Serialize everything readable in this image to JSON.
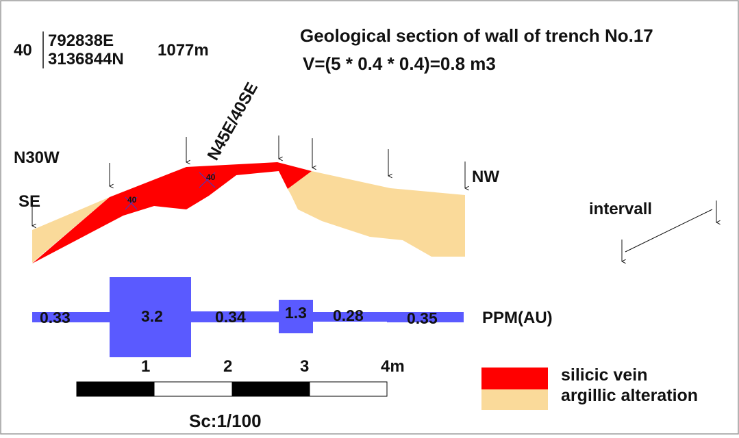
{
  "header": {
    "station_number": "40",
    "easting": "792838E",
    "northing": "3136844N",
    "elevation": "1077m"
  },
  "title": {
    "line1": "Geological section of wall of trench No.17",
    "line2": "V=(5 * 0.4 * 0.4)=0.8 m3"
  },
  "section": {
    "orientation_left": "N30W",
    "vein_attitude": "N45E/40SE",
    "end_left": "SE",
    "end_right": "NW",
    "dip_marks": [
      "40",
      "40"
    ],
    "interval_label": "intervall"
  },
  "assays": {
    "unit_label": "PPM(AU)",
    "values": [
      "0.33",
      "3.2",
      "0.34",
      "1.3",
      "0.28",
      "0.35"
    ]
  },
  "scale_bar": {
    "tick_labels": [
      "1",
      "2",
      "3",
      "4m"
    ],
    "scale_text": "Sc:1/100"
  },
  "legend": {
    "items": [
      {
        "label": "silicic vein",
        "color": "#ff0000"
      },
      {
        "label": "argillic alteration",
        "color": "#fada9a"
      }
    ]
  },
  "colors": {
    "vein": "#ff0000",
    "alteration": "#fada9a",
    "assay_bar": "#5a5aff",
    "frame": "#9a9a9a"
  }
}
